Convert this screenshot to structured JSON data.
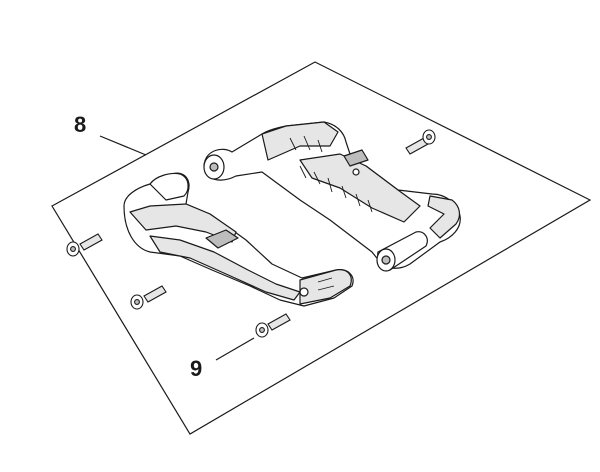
{
  "diagram": {
    "callouts": [
      {
        "label": "8"
      },
      {
        "label": "9"
      }
    ],
    "parts": [
      "kit-boundary",
      "handle-left",
      "handle-right",
      "screw"
    ],
    "colors": {
      "line": "#1a1a1a",
      "fill": "#ffffff",
      "shade": "#e6e6e6",
      "dark": "#bdbdbd"
    }
  }
}
